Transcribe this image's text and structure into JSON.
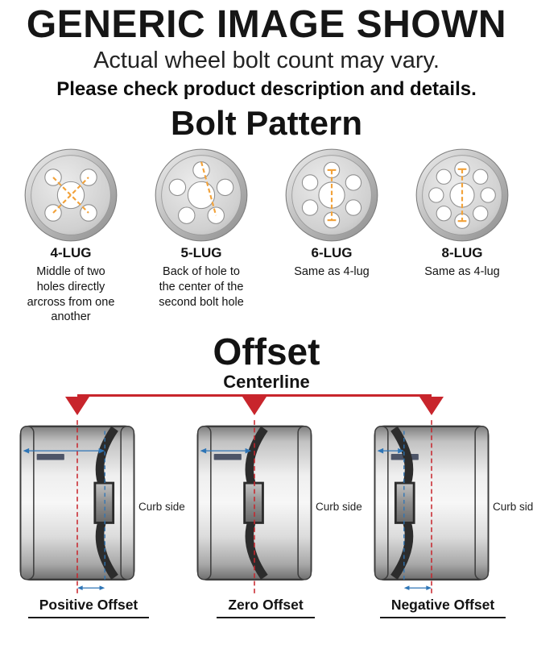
{
  "header": {
    "title": "GENERIC IMAGE SHOWN",
    "subtitle": "Actual wheel bolt count may vary.",
    "note": "Please check product description and details."
  },
  "bolt_pattern": {
    "heading": "Bolt Pattern",
    "items": [
      {
        "label": "4-LUG",
        "description": "Middle of two holes directly arcross from one another"
      },
      {
        "label": "5-LUG",
        "description": "Back of hole to the center of the second bolt hole"
      },
      {
        "label": "6-LUG",
        "description": "Same as 4-lug"
      },
      {
        "label": "8-LUG",
        "description": "Same as 4-lug"
      }
    ]
  },
  "offset": {
    "heading": "Offset",
    "centerline_label": "Centerline",
    "curb_side_label": "Curb side",
    "items": [
      {
        "label": "Positive Offset"
      },
      {
        "label": "Zero Offset"
      },
      {
        "label": "Negative Offset"
      }
    ]
  },
  "colors": {
    "accent_red": "#c8252c",
    "measure_orange": "#f2a23a",
    "measure_blue": "#2e75b6",
    "wheel_gray": "#c9c9c9"
  }
}
